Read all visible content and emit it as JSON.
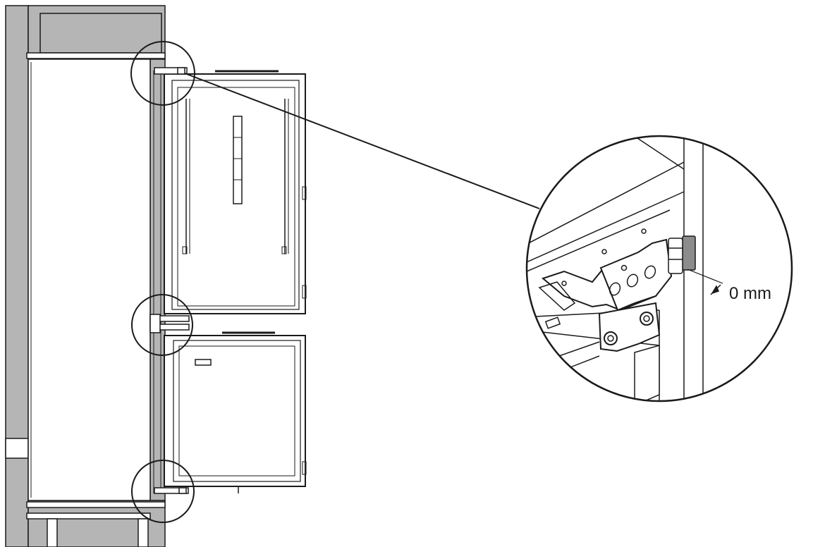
{
  "diagram": {
    "dimension_label": "0 mm",
    "colors": {
      "cabinet_fill": "#b5b5b5",
      "line": "#1a1a1a",
      "background": "#ffffff"
    },
    "callouts": [
      "top-hinge",
      "middle-hinge",
      "bottom-hinge"
    ],
    "detail_view": "top-hinge-magnified"
  }
}
